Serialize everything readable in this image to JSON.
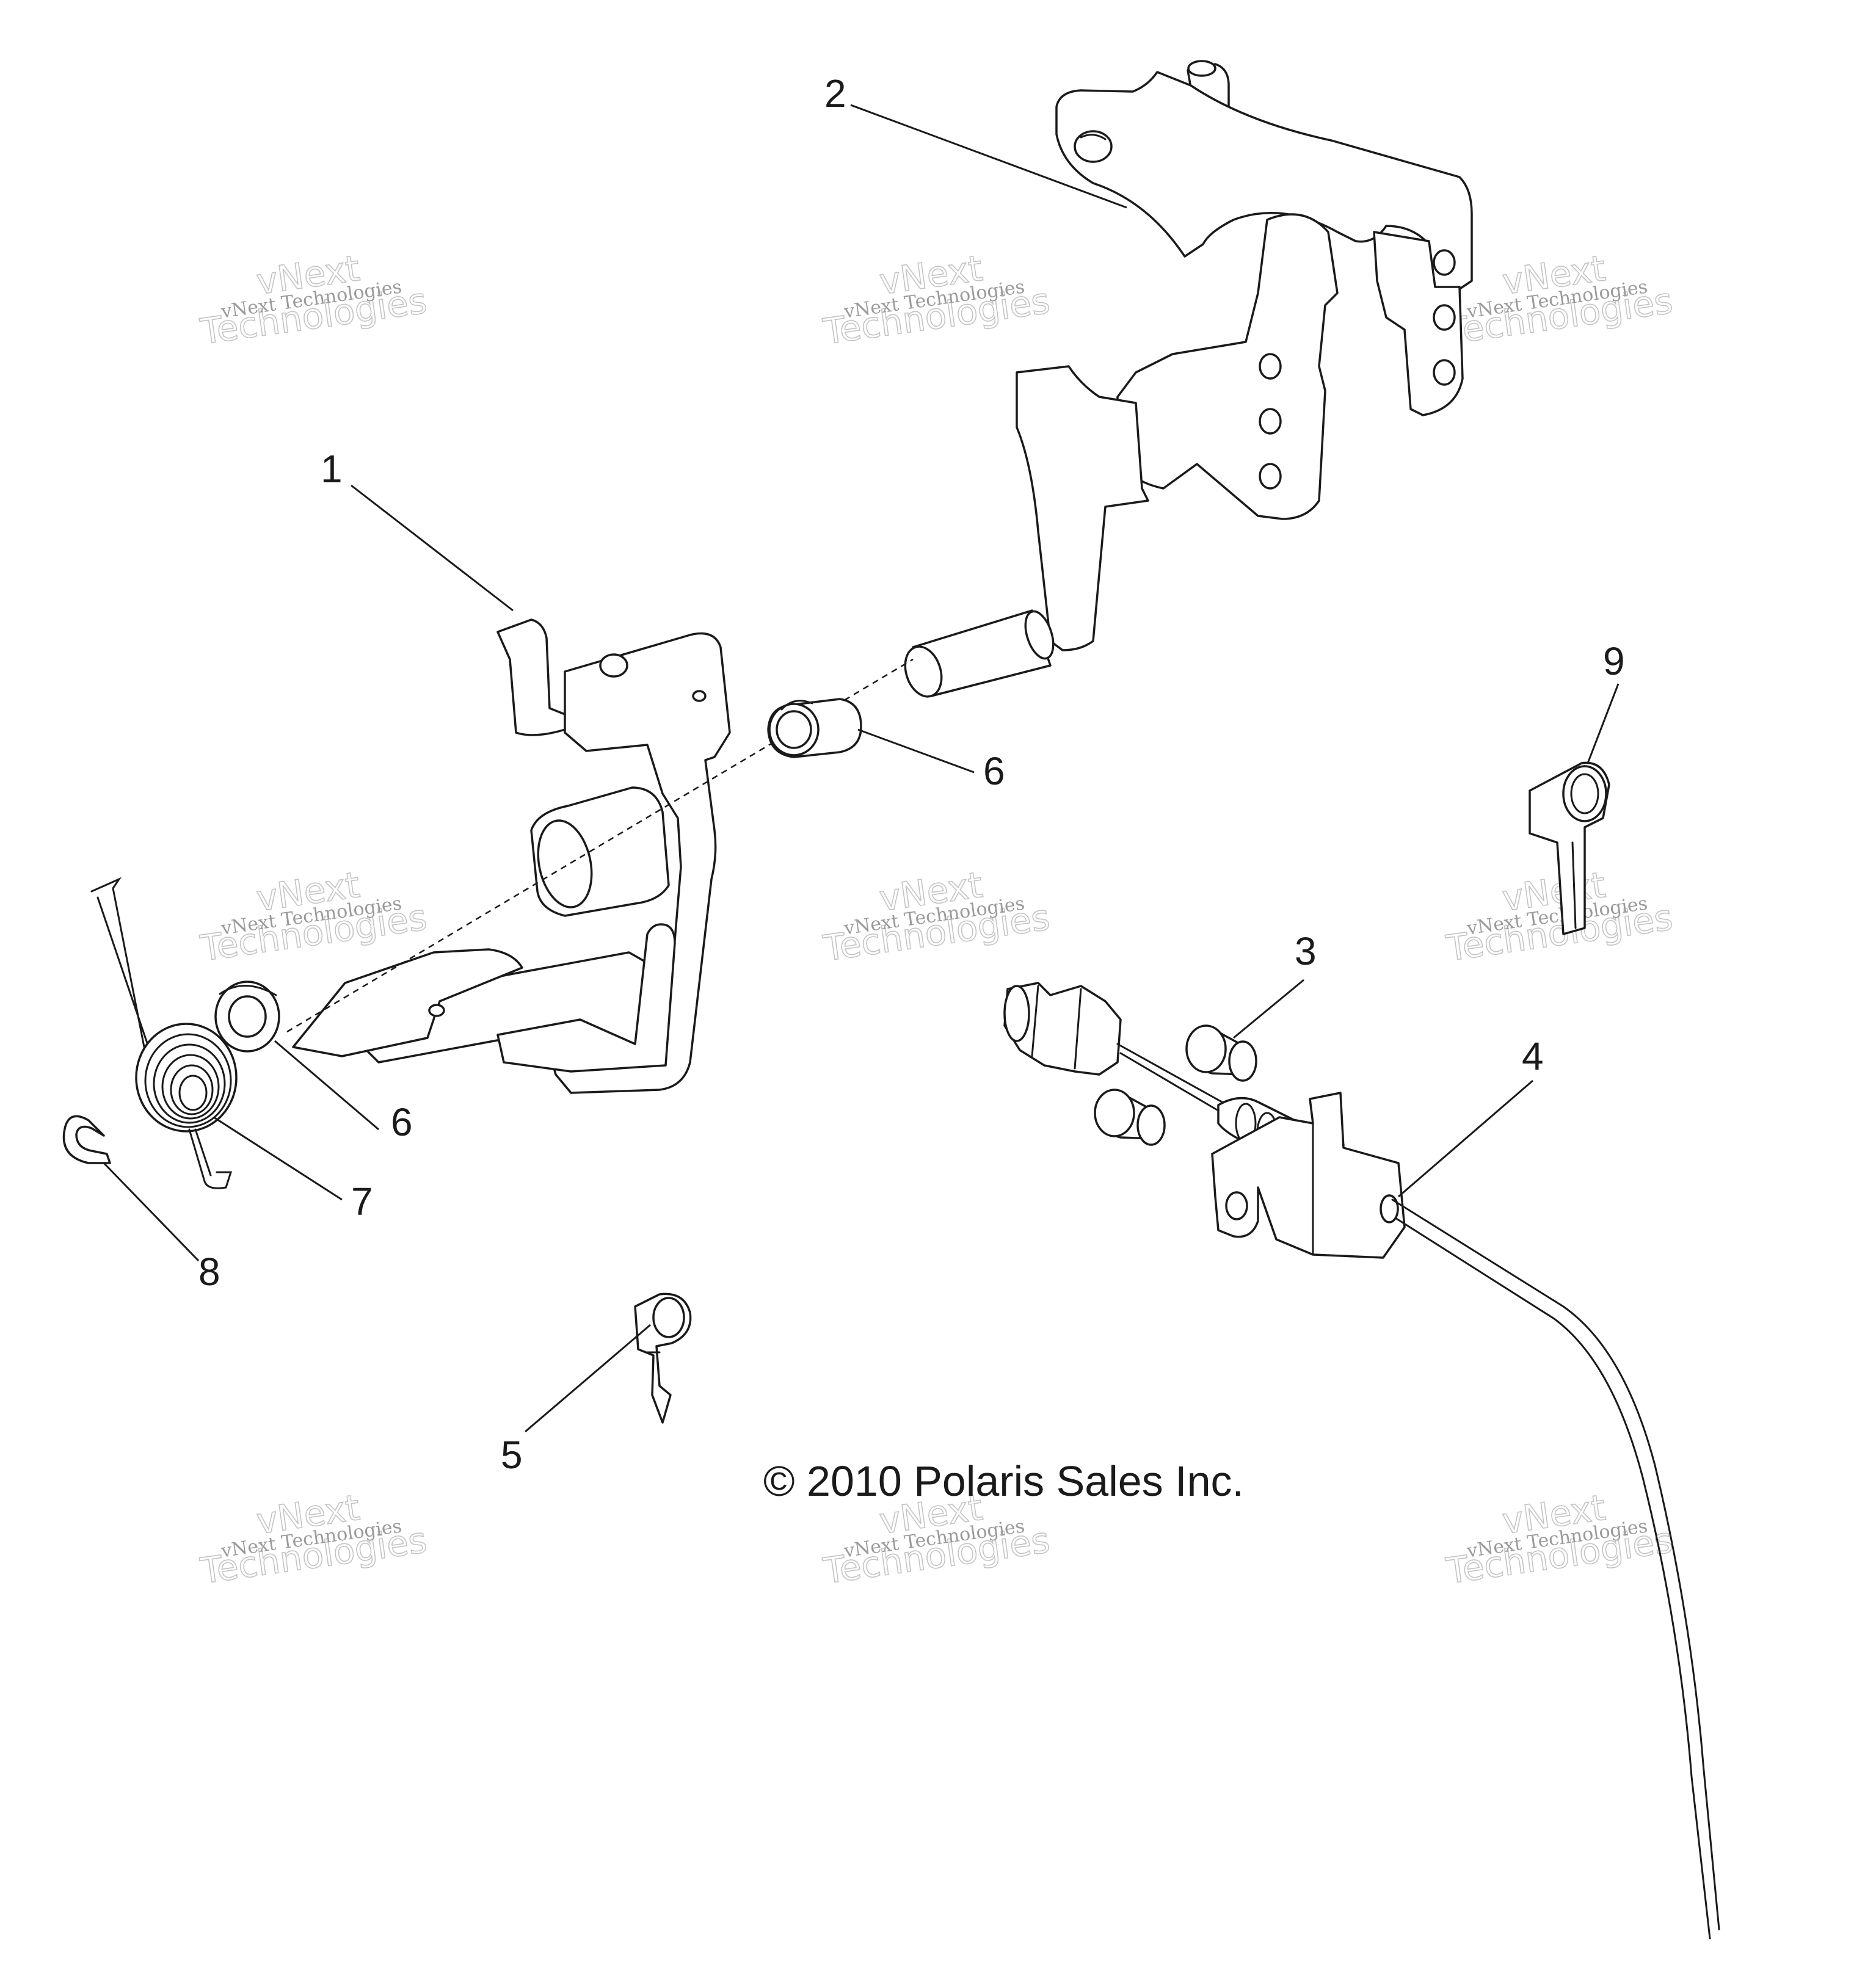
{
  "callouts": [
    {
      "id": "1",
      "label": "1"
    },
    {
      "id": "2",
      "label": "2"
    },
    {
      "id": "3",
      "label": "3"
    },
    {
      "id": "4",
      "label": "4"
    },
    {
      "id": "5",
      "label": "5"
    },
    {
      "id": "6a",
      "label": "6"
    },
    {
      "id": "6b",
      "label": "6"
    },
    {
      "id": "7",
      "label": "7"
    },
    {
      "id": "8",
      "label": "8"
    },
    {
      "id": "9",
      "label": "9"
    }
  ],
  "copyright": "© 2010 Polaris Sales Inc.",
  "watermark": {
    "line_small": "vNext Technologies",
    "line_big_top": "vNext",
    "line_big_bottom": "Technologies"
  }
}
